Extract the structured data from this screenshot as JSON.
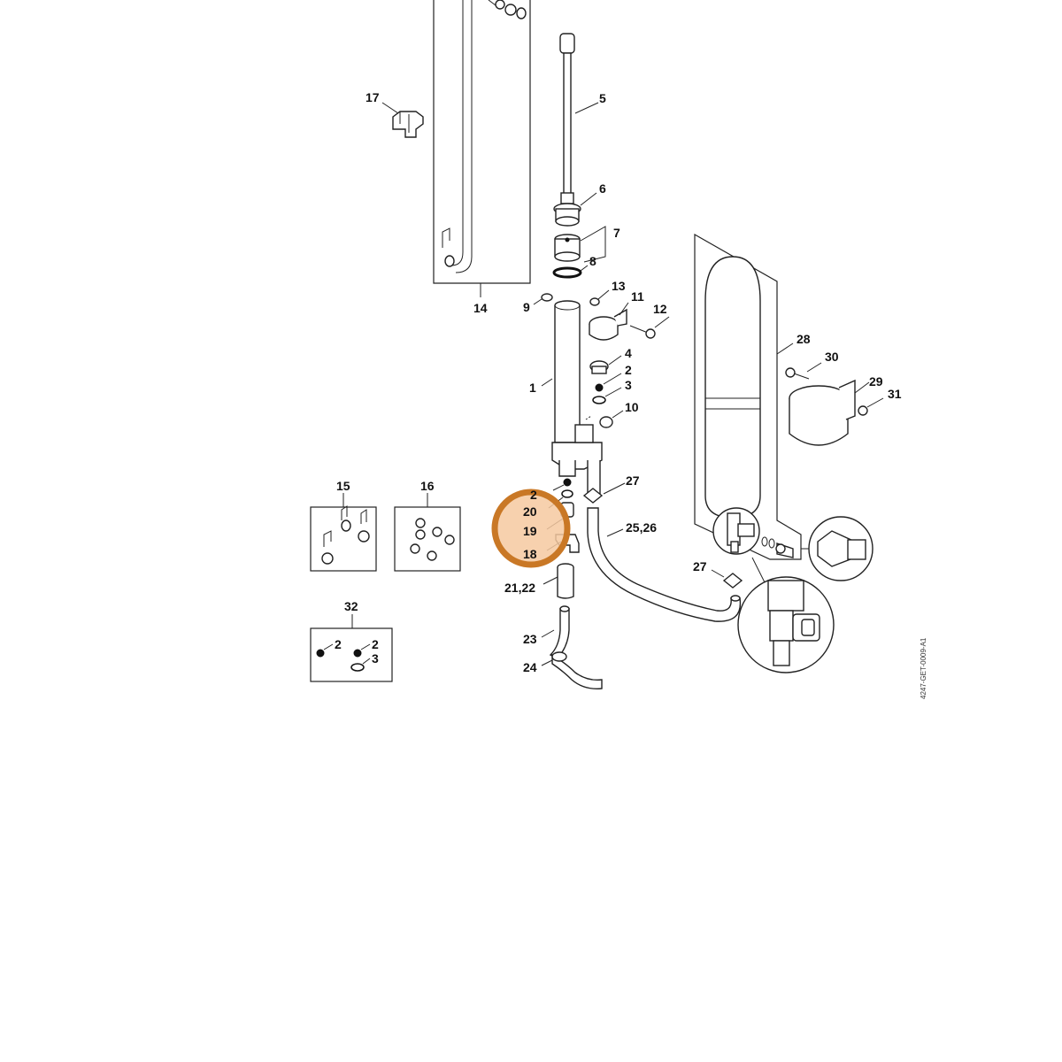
{
  "diagram": {
    "document_code": "4247-GET-0009-A1",
    "highlight_color": "#c97826",
    "labels": {
      "p1": "1",
      "p2a": "2",
      "p3a": "3",
      "p4": "4",
      "p5": "5",
      "p6": "6",
      "p7": "7",
      "p8": "8",
      "p9": "9",
      "p10": "10",
      "p11": "11",
      "p12": "12",
      "p13": "13",
      "p14": "14",
      "p15": "15",
      "p16": "16",
      "p17": "17",
      "p18": "18",
      "p19": "19",
      "p20": "20",
      "p2b": "2",
      "p21_22": "21,22",
      "p23": "23",
      "p24": "24",
      "p25_26": "25,26",
      "p27a": "27",
      "p27b": "27",
      "p28": "28",
      "p29": "29",
      "p30": "30",
      "p31": "31",
      "p32": "32",
      "p32_2a": "2",
      "p32_2b": "2",
      "p32_3": "3"
    }
  }
}
